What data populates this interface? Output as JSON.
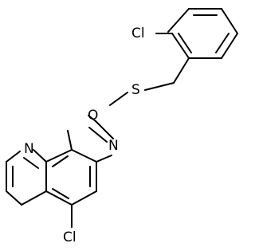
{
  "molecule": {
    "atoms": {
      "cl_top": "Cl",
      "sulfur": "S",
      "oxygen": "O",
      "nitrogen_oxazole": "N",
      "nitrogen_pyridine": "N",
      "cl_bottom": "Cl"
    }
  },
  "colors": {
    "bond": "#000000",
    "label": "#000000",
    "background": "#ffffff"
  }
}
